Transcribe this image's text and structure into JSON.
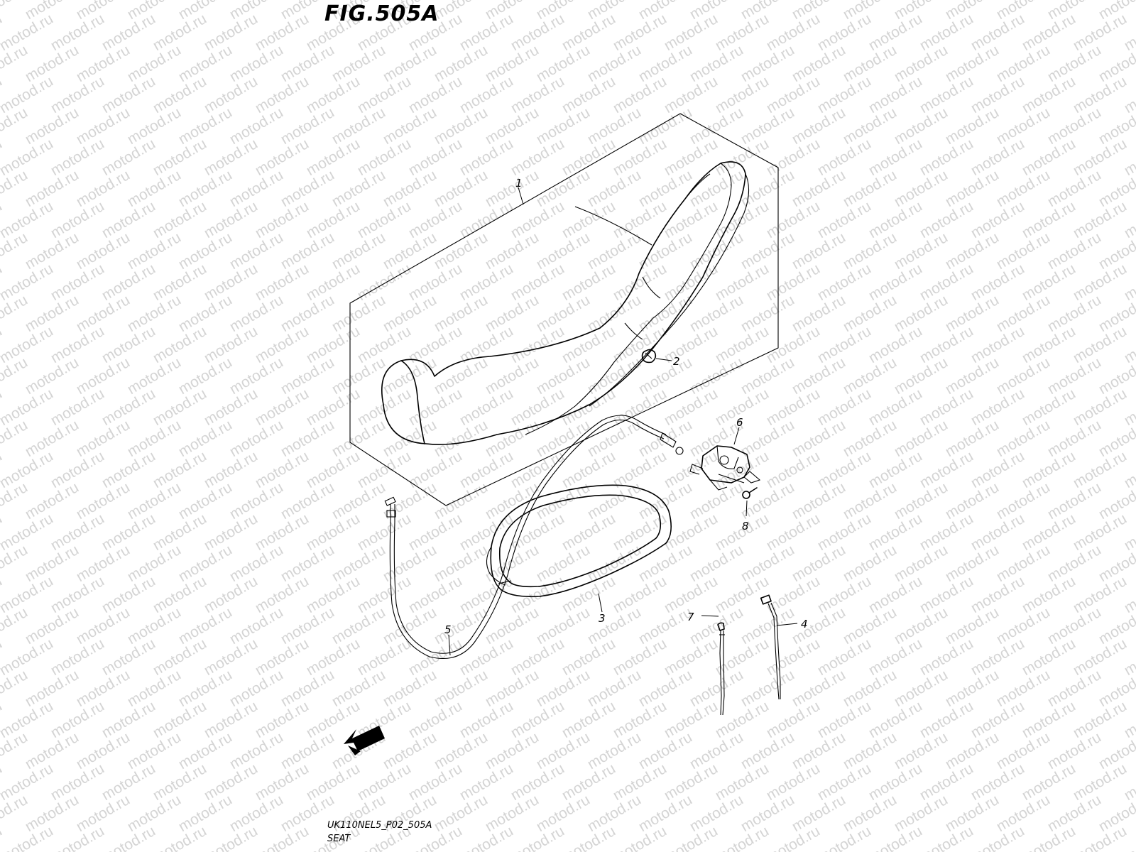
{
  "figure": {
    "title": "FIG.505A"
  },
  "watermark": {
    "text": "motod.ru"
  },
  "parts": [
    {
      "ref": "1"
    },
    {
      "ref": "2"
    },
    {
      "ref": "3"
    },
    {
      "ref": "4"
    },
    {
      "ref": "5"
    },
    {
      "ref": "6"
    },
    {
      "ref": "7"
    },
    {
      "ref": "8"
    }
  ],
  "direction_indicator": {
    "label": "FWD"
  },
  "footer": {
    "code": "UK110NEL5_P02_505A",
    "section": "SEAT"
  }
}
